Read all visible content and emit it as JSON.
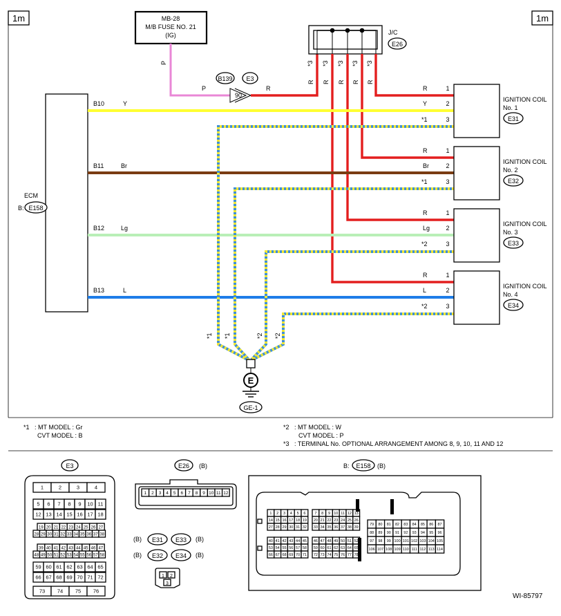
{
  "corner_left": "1m",
  "corner_right": "1m",
  "fuse": {
    "line1": "MB-28",
    "line2": "M/B FUSE NO. 21",
    "line3": "(IG)"
  },
  "jc": {
    "label": "J/C",
    "code": "E26"
  },
  "connector_b139": "B139",
  "connector_e3": "E3",
  "pin_90": "90",
  "wire_colors": {
    "p": "P",
    "r": "R",
    "y": "Y",
    "br": "Br",
    "lg": "Lg",
    "l": "L"
  },
  "colors": {
    "pink": "#e987d6",
    "red": "#e31e1e",
    "yellow": "#ffff33",
    "brown": "#7a3c12",
    "lightgreen": "#b9efb7",
    "blue": "#1e7de8",
    "dash_blue": "#3f8fd8",
    "dash_yellow": "#f2e733"
  },
  "ecm": {
    "label": "ECM",
    "prefix": "B:",
    "connector": "E158"
  },
  "ecm_pins": [
    "B10",
    "B11",
    "B12",
    "B13"
  ],
  "coils": [
    {
      "title": "IGNITION COIL",
      "no": "No. 1",
      "connector": "E31"
    },
    {
      "title": "IGNITION COIL",
      "no": "No. 2",
      "connector": "E32"
    },
    {
      "title": "IGNITION COIL",
      "no": "No. 3",
      "connector": "E33"
    },
    {
      "title": "IGNITION COIL",
      "no": "No. 4",
      "connector": "E34"
    }
  ],
  "coil_pins": [
    "1",
    "2",
    "3"
  ],
  "star1": "*1",
  "star2": "*2",
  "star3": "*3",
  "ground": {
    "symbol": "E",
    "label": "GE-1"
  },
  "notes": {
    "n1_mark": "*1",
    "n1_a": ": MT MODEL : Gr",
    "n1_b": "CVT MODEL : B",
    "n2_mark": "*2",
    "n2_a": ": MT MODEL : W",
    "n2_b": "CVT MODEL : P",
    "n3_mark": "*3",
    "n3_a": ": TERMINAL No. OPTIONAL ARRANGEMENT AMONG 8, 9, 10, 11 AND 12"
  },
  "e3_view": {
    "title": "E3",
    "rows": [
      [
        "1",
        "2",
        "3",
        "4"
      ],
      [
        "5",
        "6",
        "7",
        "8",
        "9",
        "10",
        "11"
      ],
      [
        "12",
        "13",
        "14",
        "15",
        "16",
        "17",
        "18"
      ],
      [
        "19",
        "20",
        "21",
        "22",
        "23",
        "24",
        "25",
        "26",
        "27"
      ],
      [
        "28",
        "29",
        "30",
        "31",
        "32",
        "33",
        "34",
        "35",
        "36",
        "37",
        "38"
      ],
      [
        "39",
        "40",
        "41",
        "42",
        "43",
        "44",
        "45",
        "46",
        "47"
      ],
      [
        "48",
        "49",
        "50",
        "51",
        "52",
        "53",
        "54",
        "55",
        "56",
        "57",
        "58"
      ],
      [
        "59",
        "60",
        "61",
        "62",
        "63",
        "64",
        "65"
      ],
      [
        "66",
        "67",
        "68",
        "69",
        "70",
        "71",
        "72"
      ],
      [
        "73",
        "74",
        "75",
        "76"
      ]
    ]
  },
  "e26_view": {
    "title": "E26",
    "suffix": "(B)",
    "pins": [
      "1",
      "2",
      "3",
      "4",
      "5",
      "6",
      "7",
      "8",
      "9",
      "10",
      "11",
      "12"
    ]
  },
  "coil_view": {
    "b": "(B)",
    "c1": "E31",
    "c2": "E33",
    "c3": "E32",
    "c4": "E34",
    "pins": [
      "1",
      "2",
      "3"
    ]
  },
  "e158_view": {
    "prefix": "B:",
    "title": "E158",
    "suffix": "(B)",
    "g1": [
      [
        "1",
        "2",
        "3",
        "4",
        "5",
        "6"
      ],
      [
        "14",
        "15",
        "16",
        "17",
        "18",
        "19"
      ],
      [
        "27",
        "28",
        "29",
        "30",
        "31",
        "32"
      ]
    ],
    "g2": [
      [
        "7",
        "8",
        "9",
        "10",
        "11",
        "12",
        "13"
      ],
      [
        "20",
        "21",
        "22",
        "23",
        "24",
        "25",
        "26"
      ],
      [
        "33",
        "34",
        "35",
        "36",
        "37",
        "38",
        "39"
      ]
    ],
    "g3": [
      [
        "40",
        "41",
        "42",
        "43",
        "44",
        "45"
      ],
      [
        "53",
        "54",
        "55",
        "56",
        "57",
        "58"
      ],
      [
        "66",
        "67",
        "68",
        "69",
        "70",
        "71"
      ]
    ],
    "g4": [
      [
        "46",
        "47",
        "48",
        "49",
        "50",
        "51",
        "52"
      ],
      [
        "59",
        "60",
        "61",
        "62",
        "63",
        "64",
        "65"
      ],
      [
        "72",
        "73",
        "74",
        "75",
        "76",
        "77",
        "78"
      ]
    ],
    "g5": [
      [
        "79",
        "80",
        "81",
        "82",
        "83",
        "84",
        "85",
        "86",
        "87"
      ],
      [
        "88",
        "89",
        "90",
        "91",
        "92",
        "93",
        "94",
        "95",
        "96"
      ],
      [
        "97",
        "98",
        "99",
        "100",
        "101",
        "102",
        "103",
        "104",
        "105"
      ],
      [
        "106",
        "107",
        "108",
        "109",
        "110",
        "111",
        "112",
        "113",
        "114"
      ]
    ]
  },
  "figure_id": "WI-85797"
}
